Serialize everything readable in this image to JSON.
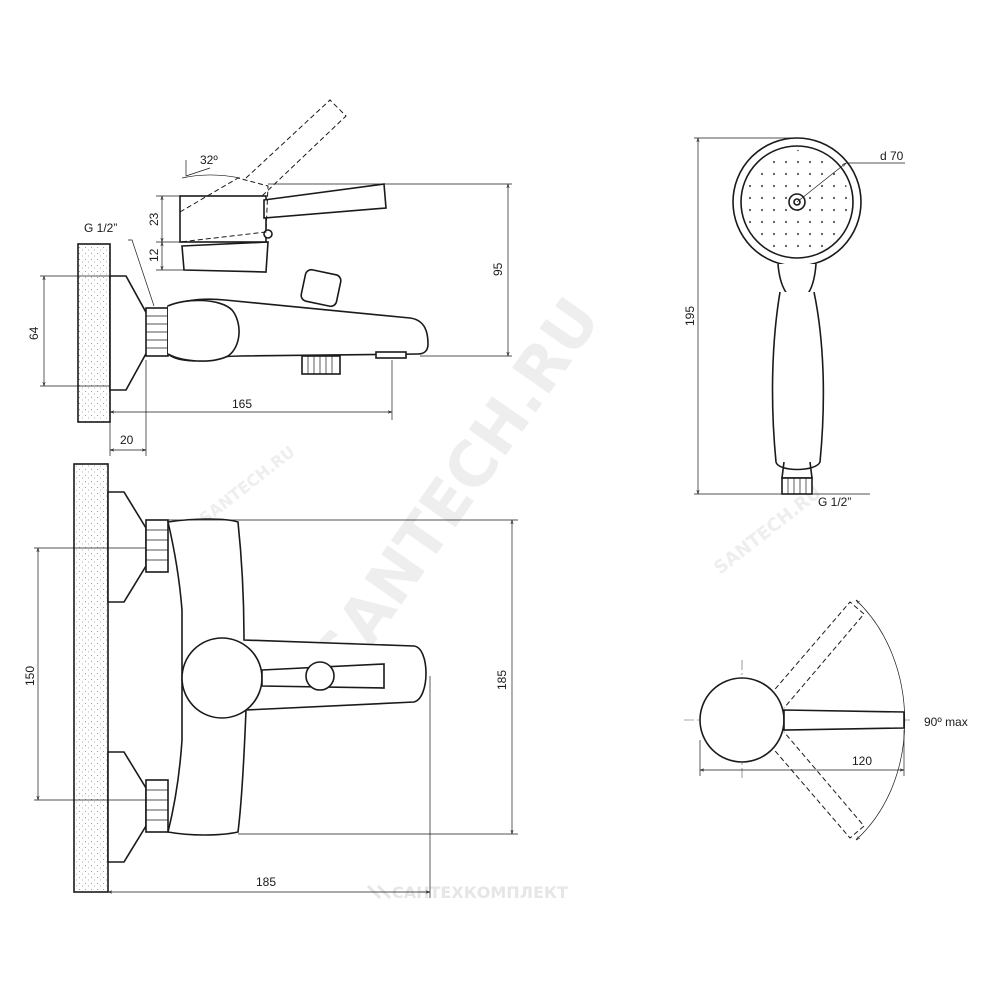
{
  "dimensions": {
    "angle_lever": "32º",
    "h23": "23",
    "h12": "12",
    "thread_side": "G 1/2”",
    "h95": "95",
    "h64": "64",
    "w165": "165",
    "w20": "20",
    "h150": "150",
    "h185": "185",
    "w185": "185",
    "head_diameter": "d 70",
    "h195": "195",
    "thread_shower": "G 1/2”",
    "rotation": "90º max",
    "lever_len": "120"
  },
  "watermarks": {
    "diagonal": "SANTECH.RU",
    "small_right": "SANTECH.RU",
    "small_left": "SANTECH.RU",
    "bottom": "САНТЕХКОМПЛЕКТ"
  },
  "colors": {
    "line": "#1a1a1a",
    "wall_dots": "#8a8a8a",
    "watermark": "#eeeeee"
  }
}
